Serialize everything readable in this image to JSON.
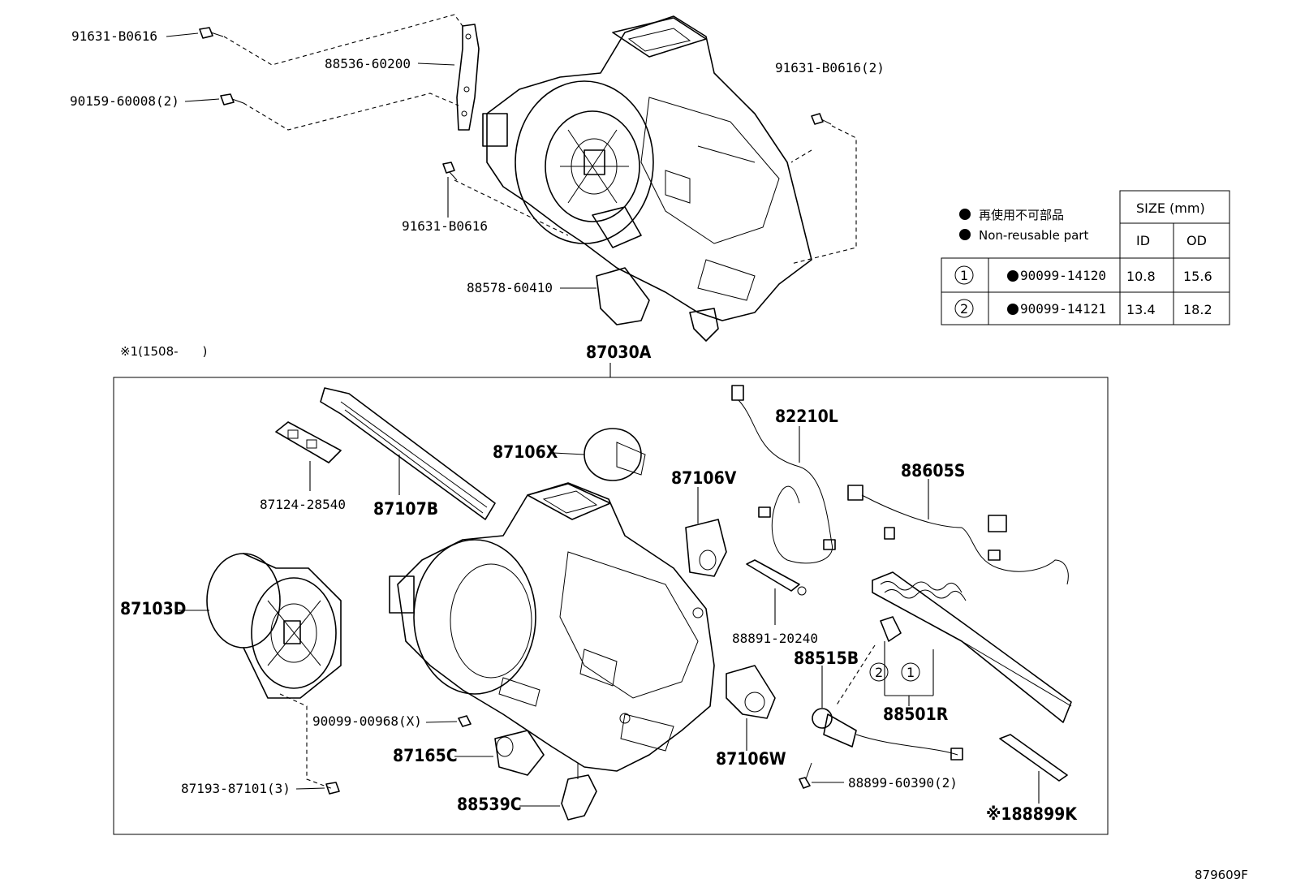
{
  "parts_upper": {
    "p91631_b0616_top": "91631-B0616",
    "p90159_60008": "90159-60008(2)",
    "p88536_60200": "88536-60200",
    "p91631_b0616_2": "91631-B0616(2)",
    "p91631_b0616_mid": "91631-B0616",
    "p88578_60410": "88578-60410"
  },
  "assembly": {
    "note": "※1(1508-　　)",
    "main_label": "87030A"
  },
  "parts_lower": {
    "p87124_28540": "87124-28540",
    "p87107b": "87107B",
    "p87106x": "87106X",
    "p82210l": "82210L",
    "p87106v": "87106V",
    "p88605s": "88605S",
    "p87103d": "87103D",
    "p88891_20240": "88891-20240",
    "p88515b": "88515B",
    "p90099_00968": "90099-00968(X)",
    "p87165c": "87165C",
    "p87106w": "87106W",
    "p88501r": "88501R",
    "p87193_87101": "87193-87101(3)",
    "p88539c": "88539C",
    "p88899_60390": "88899-60390(2)",
    "p88899k": "※188899K",
    "callout_1": "1",
    "callout_2": "2"
  },
  "legend": {
    "line1": "再使用不可部品",
    "line2": "Non-reusable part",
    "size_header": "SIZE (mm)",
    "col_id": "ID",
    "col_od": "OD",
    "rows": [
      {
        "mark": "1",
        "part": "90099-14120",
        "id": "10.8",
        "od": "15.6"
      },
      {
        "mark": "2",
        "part": "90099-14121",
        "id": "13.4",
        "od": "18.2"
      }
    ]
  },
  "figure_code": "879609F"
}
